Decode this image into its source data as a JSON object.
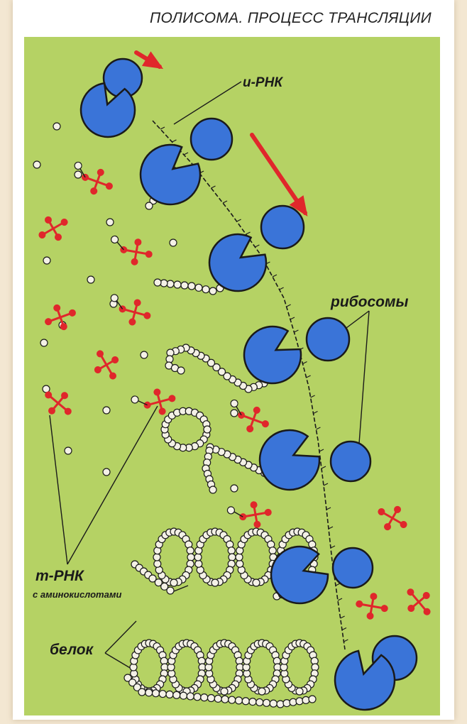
{
  "title": "ПОЛИСОМА. ПРОЦЕСС ТРАНСЛЯЦИИ",
  "labels": {
    "mrna": "и-РНК",
    "ribosomes": "рибосомы",
    "trna": "т-РНК",
    "trna_sub": "с аминокислотами",
    "protein": "белок"
  },
  "colors": {
    "background": "#b5d264",
    "ribosome": "#3a74d8",
    "outline": "#1a1a1a",
    "trna": "#e0272b",
    "arrow": "#e0272b",
    "amino_acid": "#f4f1e6"
  }
}
